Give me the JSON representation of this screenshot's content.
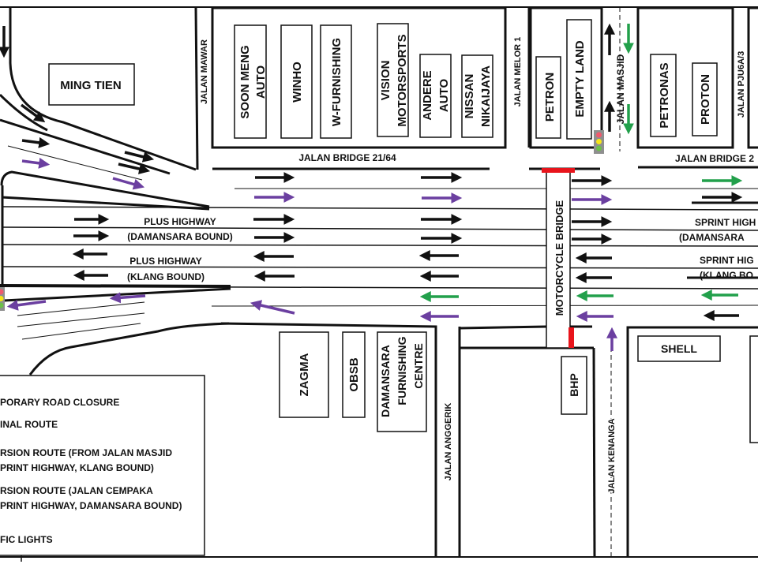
{
  "colors": {
    "original_route": "#111111",
    "diversion_masjid": "#22a04b",
    "diversion_cempaka": "#6b3fa0",
    "closure": "#e8141b",
    "light_housing": "#8f8f8f",
    "light_red": "#f05a6e",
    "light_yellow": "#f5e619",
    "light_green": "#6cc04a"
  },
  "roads": {
    "jalan_mawar": "JALAN MAWAR",
    "jalan_melor_1": "JALAN MELOR 1",
    "jalan_masjid": "JALAN MASJID",
    "jalan_pju6a_3": "JALAN PJU6A/3",
    "jalan_bridge_left": "JALAN BRIDGE 21/64",
    "jalan_bridge_right": "JALAN BRIDGE 2",
    "plus_damansara_1": "PLUS HIGHWAY",
    "plus_damansara_2": "(DAMANSARA BOUND)",
    "plus_klang_1": "PLUS HIGHWAY",
    "plus_klang_2": "(KLANG BOUND)",
    "sprint_damansara_1": "SPRINT HIGH",
    "sprint_damansara_2": "(DAMANSARA",
    "sprint_klang_1": "SPRINT HIG",
    "sprint_klang_2": "(KLANG BO",
    "motorcycle_bridge": "MOTORCYCLE BRIDGE",
    "jalan_anggerik": "JALAN ANGGERIK",
    "jalan_kenanga": "JALAN KENANGA"
  },
  "buildings": {
    "ming_tien": "MING TIEN",
    "soon_meng_1": "SOON MENG",
    "soon_meng_2": "AUTO",
    "winho": "WINHO",
    "w_furnishing": "W-FURNISHING",
    "vision_1": "VISION",
    "vision_2": "MOTORSPORTS",
    "andere_1": "ANDERE",
    "andere_2": "AUTO",
    "nissan_1": "NISSAN",
    "nissan_2": "NIKAIJAYA",
    "petron": "PETRON",
    "empty_land": "EMPTY LAND",
    "petronas": "PETRONAS",
    "proton": "PROTON",
    "zagma": "ZAGMA",
    "obsb": "OBSB",
    "damansara_1": "DAMANSARA",
    "damansara_2": "FURNISHING",
    "damansara_3": "CENTRE",
    "bhp": "BHP",
    "shell": "SHELL"
  },
  "legend": {
    "closure": "PORARY ROAD CLOSURE",
    "original": "INAL ROUTE",
    "masjid_1": "RSION ROUTE (FROM JALAN MASJID",
    "masjid_2": "PRINT HIGHWAY, KLANG BOUND)",
    "cempaka_1": "RSION ROUTE (JALAN CEMPAKA",
    "cempaka_2": "PRINT HIGHWAY, DAMANSARA BOUND)",
    "lights": "FIC LIGHTS"
  }
}
